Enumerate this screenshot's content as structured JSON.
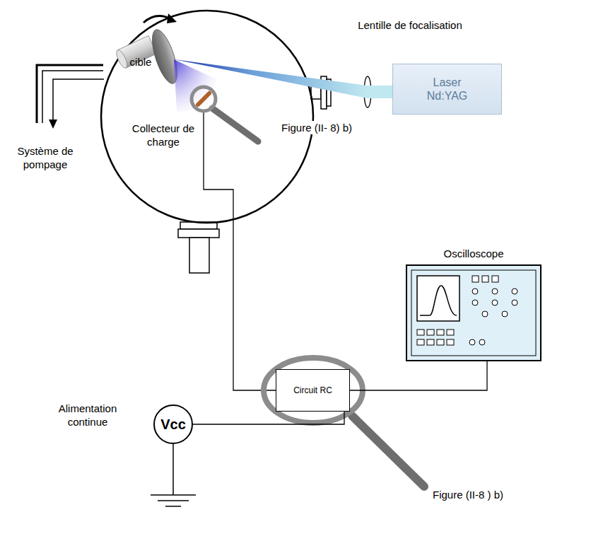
{
  "diagram": {
    "nodes": [
      {
        "text": [
          "Laser Nd:YAG"
        ]
      },
      {
        "text": [
          "Oscilloscope"
        ]
      },
      {
        "text": [
          "Circuit RC"
        ]
      },
      {
        "text": [
          "Vcc"
        ]
      }
    ],
    "edges": [
      {
        "from": 2,
        "to": 1,
        "arrow": "none"
      },
      {
        "from": 3,
        "to": 2,
        "arrow": "none"
      }
    ],
    "labels": [
      "Lentille de focalisation",
      "cible",
      "Collecteur de charge",
      "Figure (II- 8) b)",
      "Système de pompage",
      "Figure (II-8 ) b)",
      "Alimentation continue"
    ]
  }
}
